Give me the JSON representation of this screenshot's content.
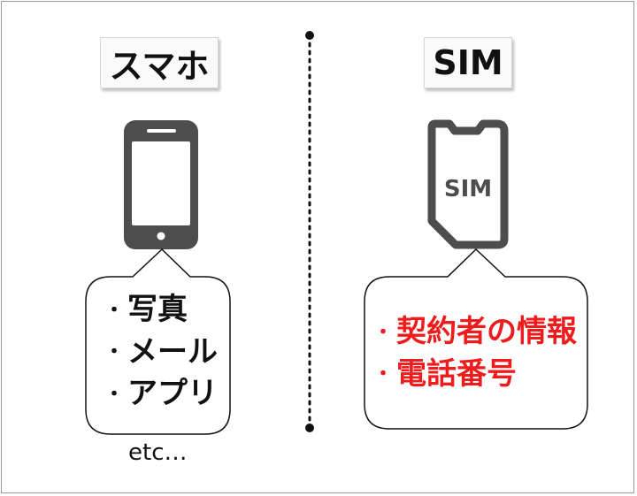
{
  "left": {
    "title": "スマホ",
    "items": [
      "写真",
      "メール",
      "アプリ"
    ],
    "footer": "etc…"
  },
  "right": {
    "title": "SIM",
    "sim_card_text": "SIM",
    "items": [
      "契約者の情報",
      "電話番号"
    ]
  },
  "bullet": "・",
  "colors": {
    "icon": "#4d4d4d",
    "right_text": "#ee1c1c",
    "divider": "#111111"
  }
}
